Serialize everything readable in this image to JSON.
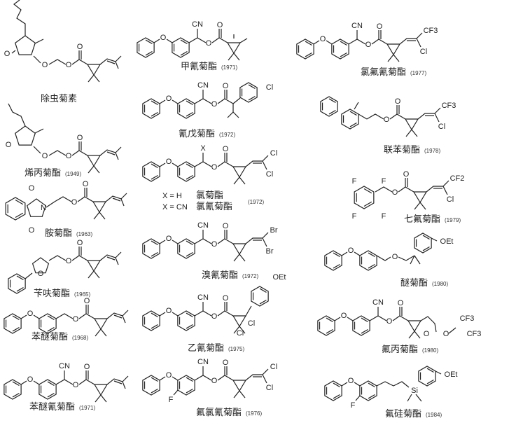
{
  "atom_labels": {
    "O": "O",
    "CN": "CN",
    "Cl": "Cl",
    "Br": "Br",
    "CF3": "CF3",
    "CF2": "CF2",
    "OEt": "OEt",
    "F": "F",
    "N": "N",
    "Si": "Si",
    "X": "X"
  },
  "compounds": [
    {
      "name": "除虫菊素",
      "year": ""
    },
    {
      "name": "烯丙菊酯",
      "year": "(1949)"
    },
    {
      "name": "胺菊酯",
      "year": "(1963)"
    },
    {
      "name": "苄呋菊酯",
      "year": "(1965)"
    },
    {
      "name": "苯醚菊酯",
      "year": "(1968)"
    },
    {
      "name": "苯醚氰菊酯",
      "year": "(1971)"
    },
    {
      "name": "甲氰菊酯",
      "year": "(1971)"
    },
    {
      "name": "氰戊菊酯",
      "year": "(1972)"
    },
    {
      "x_h": "X = H",
      "name": "氯菊酯",
      "x_cn": "X = CN",
      "name2": "氯氰菊酯",
      "year": "(1972)"
    },
    {
      "name": "溴氰菊酯",
      "year": "(1972)"
    },
    {
      "name": "乙氰菊酯",
      "year": "(1975)"
    },
    {
      "name": "氟氯氰菊酯",
      "year": "(1976)"
    },
    {
      "name": "氯氟氰菊酯",
      "year": "(1977)"
    },
    {
      "name": "联苯菊酯",
      "year": "(1978)"
    },
    {
      "name": "七氟菊酯",
      "year": "(1979)"
    },
    {
      "name": "醚菊酯",
      "year": "(1980)"
    },
    {
      "name": "氟丙菊酯",
      "year": "(1980)"
    },
    {
      "name": "氟硅菊酯",
      "year": "(1984)"
    }
  ]
}
